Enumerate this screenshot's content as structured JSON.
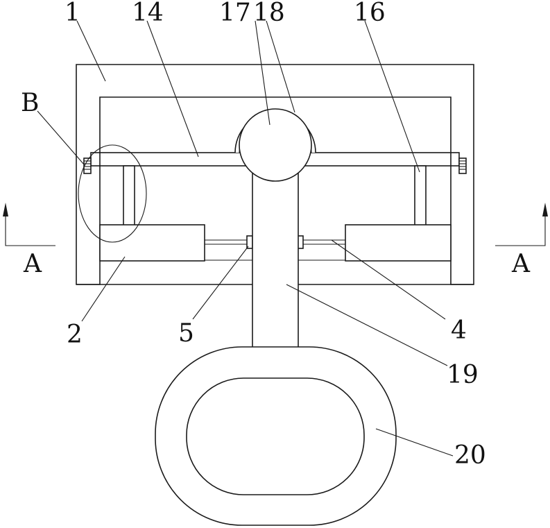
{
  "figure": {
    "labels": {
      "l1": "1",
      "l14": "14",
      "l17": "17",
      "l18": "18",
      "l16": "16",
      "lB": "B",
      "lA_left": "A",
      "lA_right": "A",
      "l2": "2",
      "l5": "5",
      "l4": "4",
      "l19": "19",
      "l20": "20"
    },
    "colors": {
      "line": "#1a1a1a",
      "background": "#ffffff"
    }
  }
}
